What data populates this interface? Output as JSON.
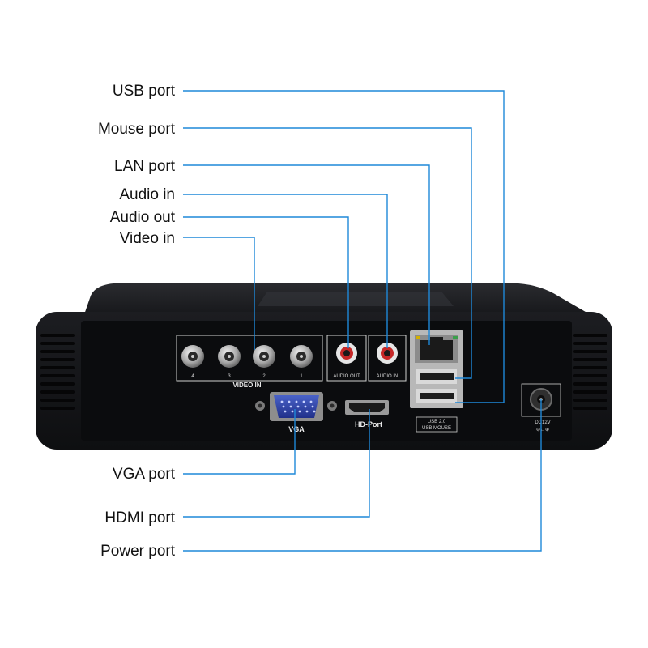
{
  "colors": {
    "leader": "#1e88d8",
    "device": "#16171a",
    "panel": "#0b0c0e"
  },
  "callouts": {
    "usb_port": "USB port",
    "mouse_port": "Mouse port",
    "lan_port": "LAN port",
    "audio_in": "Audio in",
    "audio_out": "Audio out",
    "video_in": "Video in",
    "vga_port": "VGA port",
    "hdmi_port": "HDMI port",
    "power_port": "Power port"
  },
  "panel_labels": {
    "bnc": [
      "4",
      "3",
      "2",
      "1"
    ],
    "video_in": "VIDEO IN",
    "audio_out": "AUDIO OUT",
    "audio_in": "AUDIO IN",
    "vga": "VGA",
    "hd_port": "HD-Port",
    "usb_top": "USB 2.0",
    "usb_bottom": "USB MOUSE",
    "dc": "DC12V",
    "polarity": "⊖←⊕"
  }
}
